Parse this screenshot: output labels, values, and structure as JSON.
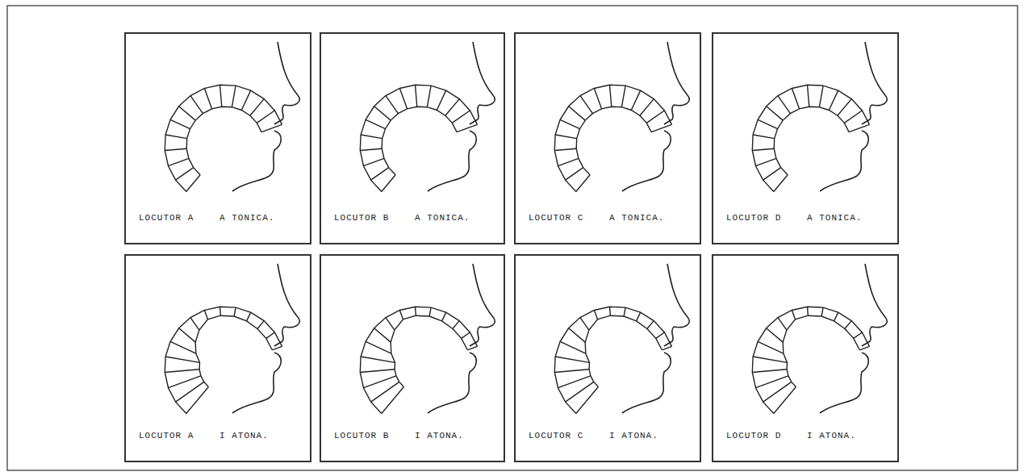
{
  "diagram": {
    "nodes": [
      {
        "text": [
          "LOCUTOR A",
          "A TONICA."
        ]
      },
      {
        "text": [
          "LOCUTOR B",
          "A TONICA."
        ]
      },
      {
        "text": [
          "LOCUTOR C",
          "A TONICA."
        ]
      },
      {
        "text": [
          "LOCUTOR D",
          "A TONICA."
        ]
      },
      {
        "text": [
          "LOCUTOR A",
          "I ATONA."
        ]
      },
      {
        "text": [
          "LOCUTOR B",
          "I ATONA."
        ]
      },
      {
        "text": [
          "LOCUTOR C",
          "I ATONA."
        ]
      },
      {
        "text": [
          "LOCUTOR D",
          "I ATONA."
        ]
      }
    ]
  }
}
